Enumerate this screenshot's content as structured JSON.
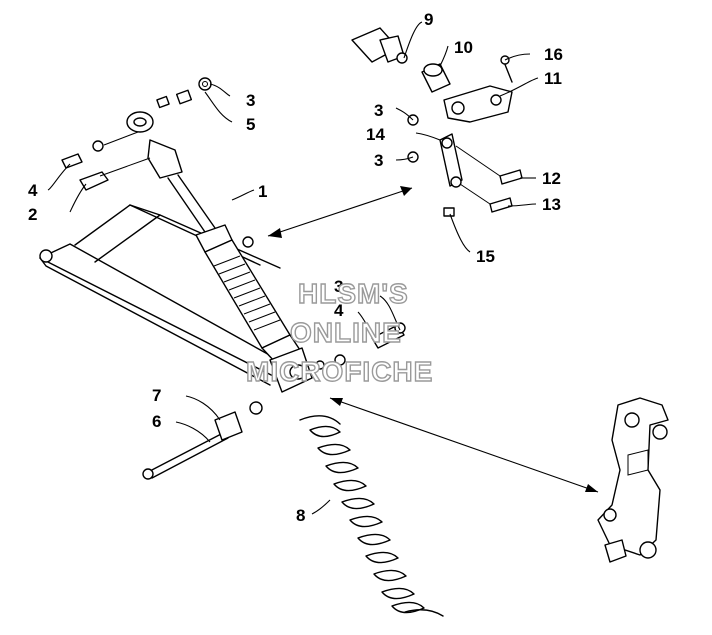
{
  "watermark": {
    "line1": "HLSM'S",
    "line2": "ONLINE",
    "line3": "MICROFICHE"
  },
  "callouts": {
    "c1": "1",
    "c2": "2",
    "c3a": "3",
    "c3b": "3",
    "c3c": "3",
    "c3d": "3",
    "c4a": "4",
    "c4b": "4",
    "c5": "5",
    "c6": "6",
    "c7": "7",
    "c8": "8",
    "c9": "9",
    "c10": "10",
    "c11": "11",
    "c12": "12",
    "c13": "13",
    "c14": "14",
    "c15": "15",
    "c16": "16"
  },
  "colors": {
    "line": "#000000",
    "background": "#ffffff",
    "watermark_outline": "#9a9a9a"
  }
}
